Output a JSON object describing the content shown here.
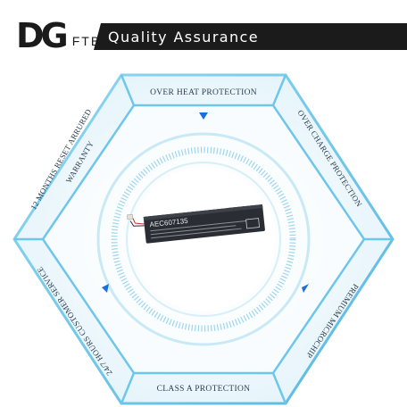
{
  "header": {
    "logo_text": "DG",
    "brand_suffix": "FTB",
    "tagline": "Quality Assurance"
  },
  "features": {
    "top": "OVER HEAT PROTECTION",
    "top_right": "OVER CHARGE PROTECTION",
    "bottom_right": "PREMIUM MICROCHIP",
    "bottom": "CLASS A PROTECTION",
    "bottom_left": "24/7 HOURS CUSTOMER SERVICE",
    "top_left_line1": "12 MONTHS RESET ARRURED",
    "top_left_line2": "WARRANTY"
  },
  "product": {
    "battery_label": "AEC607135"
  },
  "colors": {
    "hex_frame": "#6ec7ea",
    "hex_fill": "#eaf6fb",
    "ring": "#bfe3f3",
    "arrow": "#1e6fd9",
    "battery": "#2a2d33"
  }
}
